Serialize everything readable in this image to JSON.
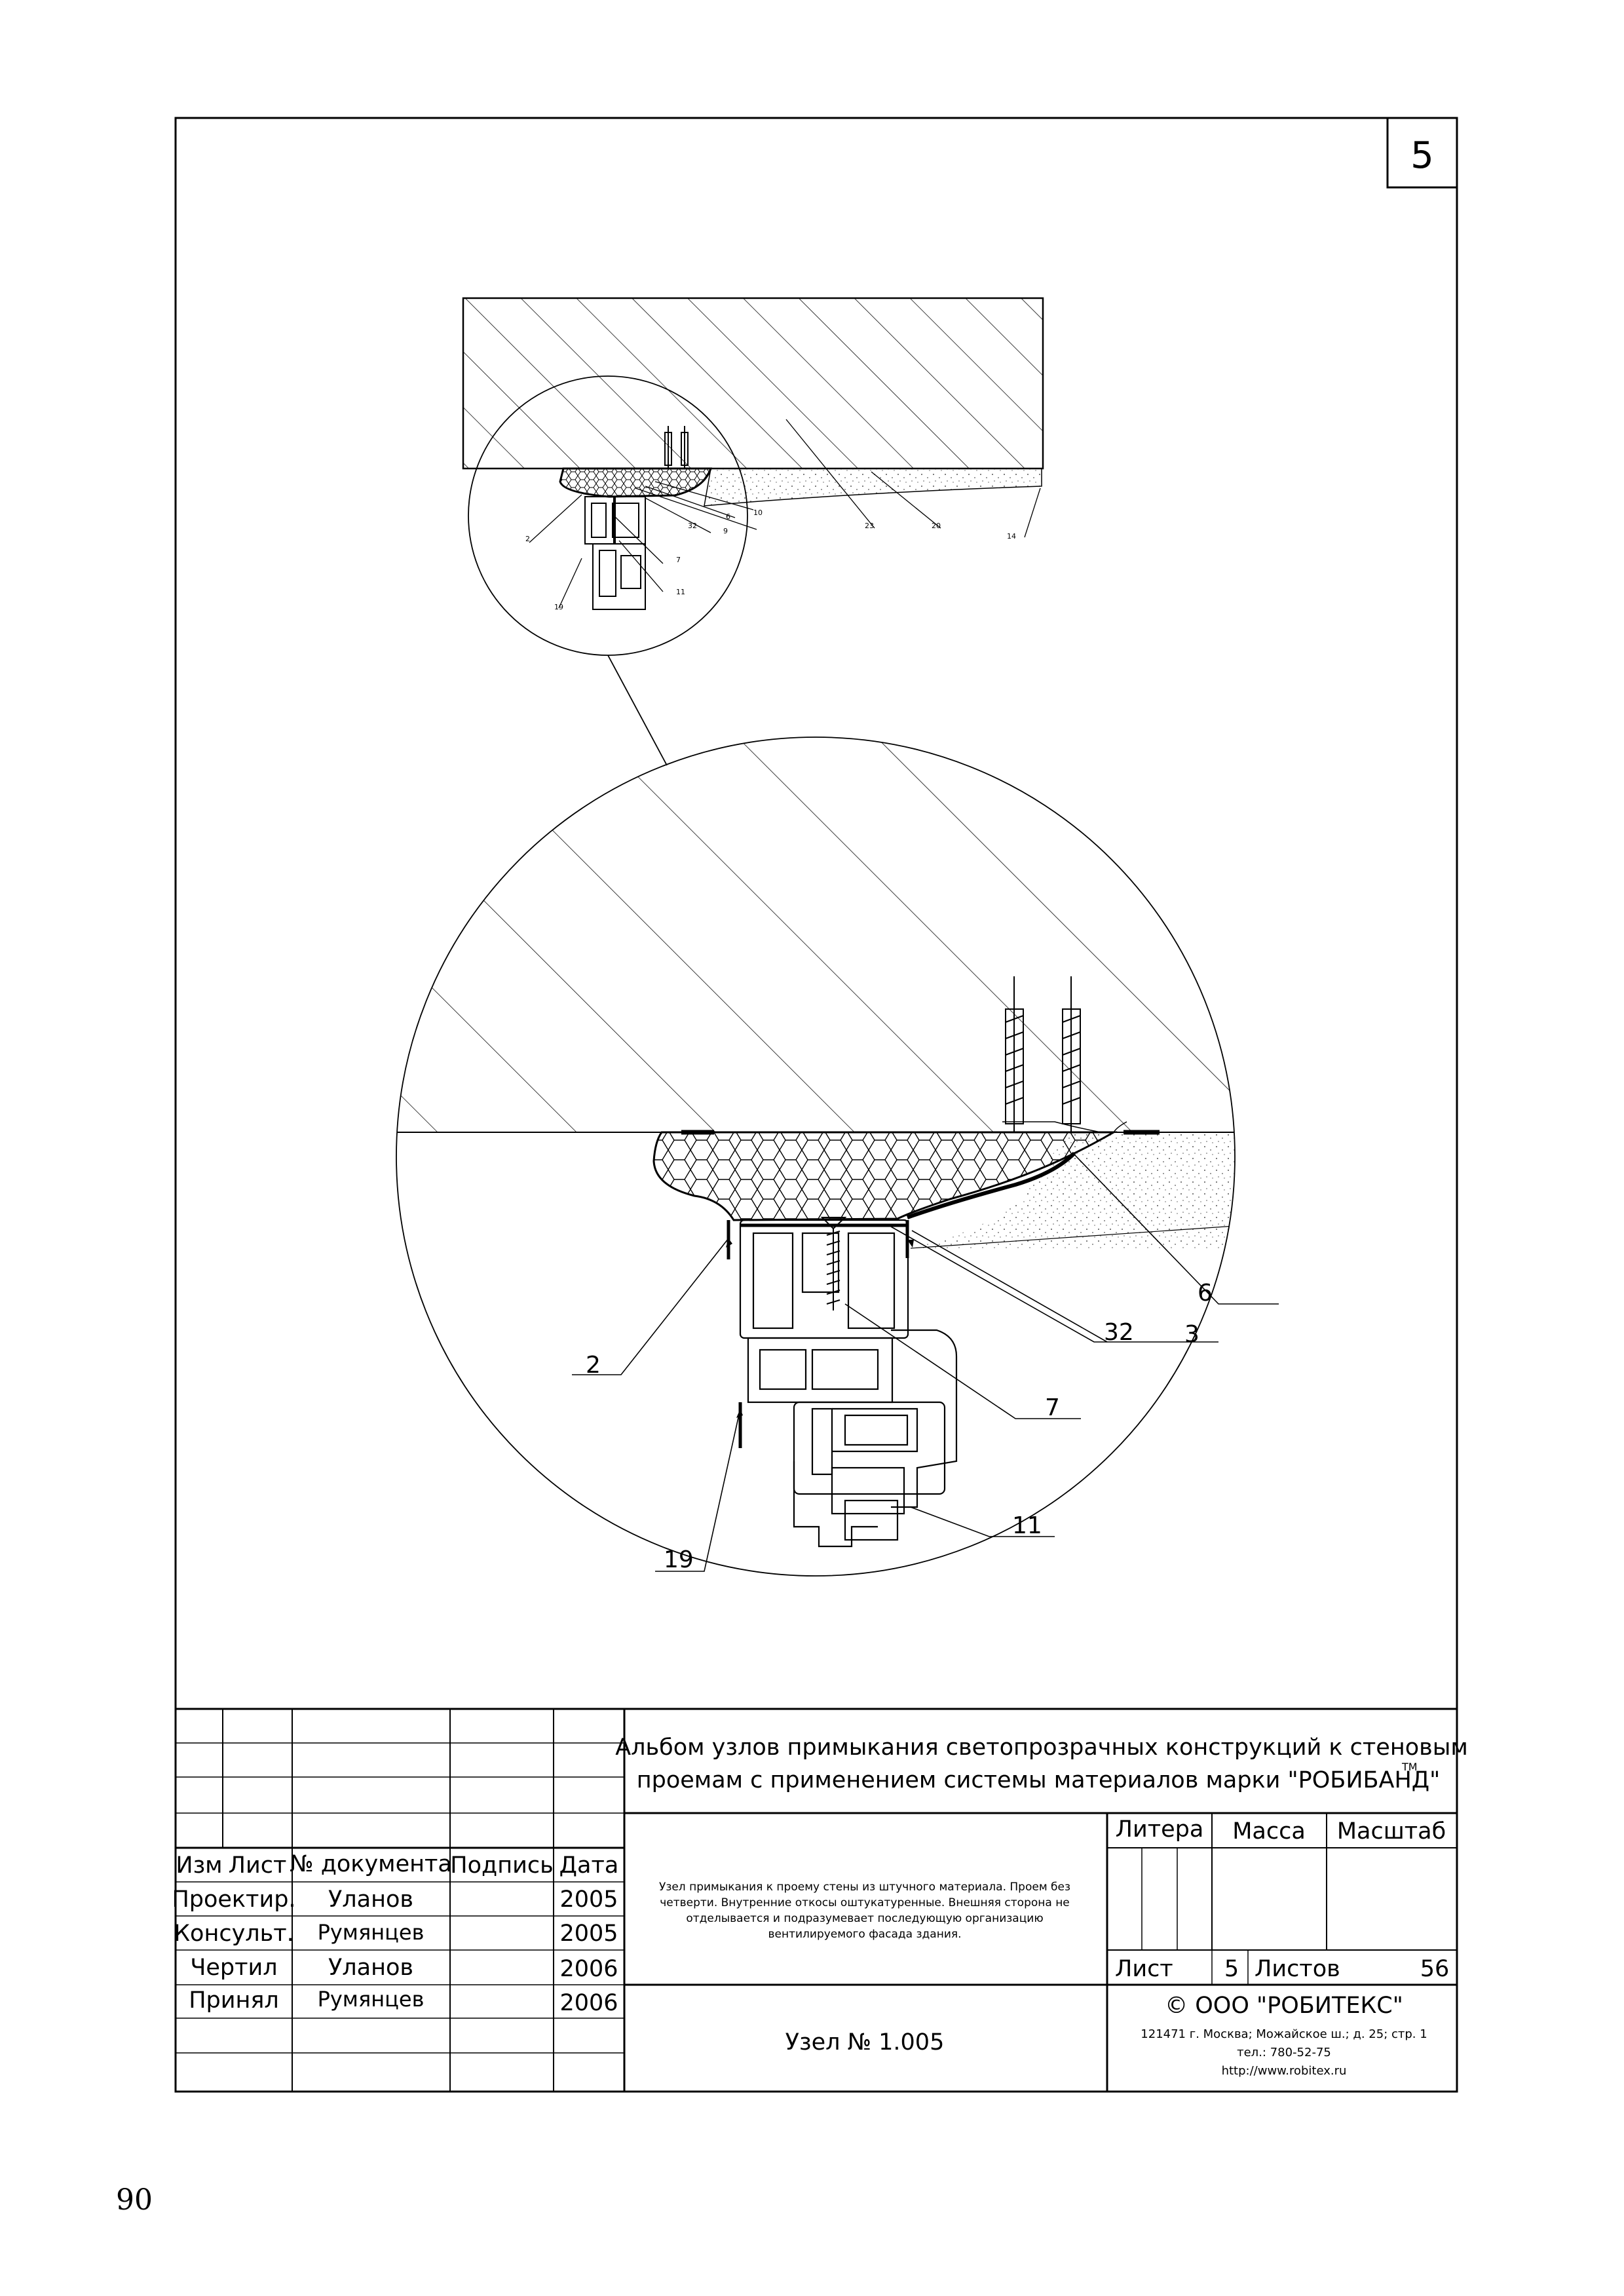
{
  "sheet_number": "5",
  "page_number": "90",
  "drawing": {
    "overview_callouts": [
      "2",
      "19",
      "32",
      "7",
      "11",
      "9",
      "6",
      "10",
      "23",
      "20",
      "14"
    ],
    "detail_callouts": [
      "6",
      "32",
      "3",
      "2",
      "7",
      "11",
      "19"
    ]
  },
  "title_block": {
    "album_title_line1": "Альбом узлов примыкания светопрозрачных конструкций к стеновым",
    "album_title_line2": "проемам с применением системы материалов марки \"РОБИБАНД\"",
    "trademark": "TM",
    "headers": {
      "izm": "Изм",
      "list": "Лист",
      "doc_no": "№ документа",
      "signature": "Подпись",
      "date": "Дата"
    },
    "rows": [
      {
        "role": "Проектир.",
        "name": "Уланов",
        "date": "2005"
      },
      {
        "role": "Консульт.",
        "name": "Румянцев",
        "date": "2005"
      },
      {
        "role": "Чертил",
        "name": "Уланов",
        "date": "2006"
      },
      {
        "role": "Принял",
        "name": "Румянцев",
        "date": "2006"
      }
    ],
    "description_line1": "Узел примыкания к проему стены из штучного материала. Проем без",
    "description_line2": "четверти. Внутренние откосы оштукатуренные. Внешняя сторона не",
    "description_line3": "отделывается и подразумевает последующую организацию",
    "description_line4": "вентилируемого фасада здания.",
    "litera_label": "Литера",
    "mass_label": "Масса",
    "scale_label": "Масштаб",
    "sheet_label": "Лист",
    "sheet_value": "5",
    "sheets_label": "Листов",
    "sheets_value": "56",
    "node_title": "Узел № 1.005",
    "company": "©  ООО \"РОБИТЕКС\"",
    "address": "121471 г. Москва; Можайское ш.; д. 25; стр. 1",
    "phone": "тел.: 780-52-75",
    "url": "http://www.robitex.ru"
  }
}
